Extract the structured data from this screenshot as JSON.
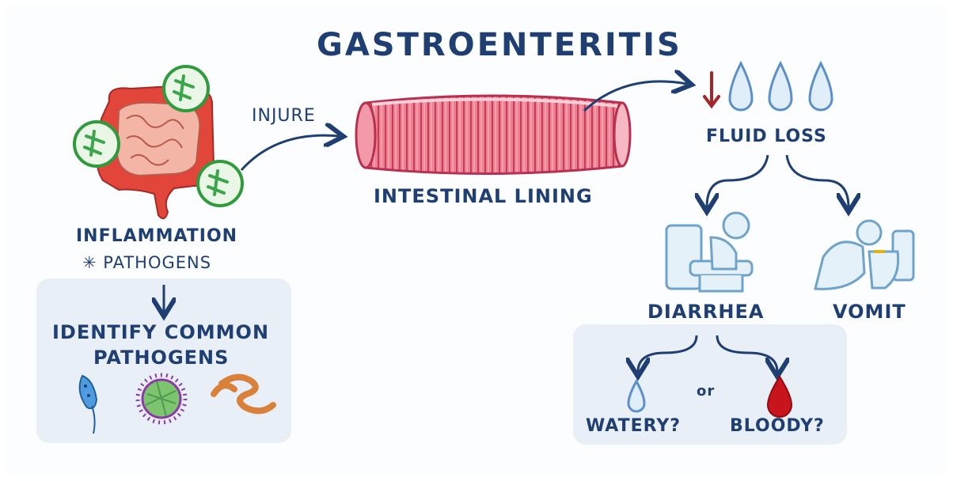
{
  "title": "GASTROENTERITIS",
  "labels": {
    "injure": "INJURE",
    "intestinal_lining": "INTESTINAL LINING",
    "inflammation": "INFLAMMATION",
    "pathogens": "✳ PATHOGENS",
    "identify_line1": "IDENTIFY COMMON",
    "identify_line2": "PATHOGENS",
    "fluid_loss": "FLUID LOSS",
    "diarrhea": "DIARRHEA",
    "vomit": "VOMIT",
    "or": "or",
    "watery": "WATERY?",
    "bloody": "BLOODY?"
  },
  "colors": {
    "text": "#1f3f72",
    "panel": "#e8eff7",
    "colon": "#e2453a",
    "pathogen_ring": "#2f9b3c",
    "lining": "#e86a80",
    "drop": "#5b8fc9",
    "blood": "#c8141c",
    "arrow_down": "#a3262b"
  },
  "icons": [
    "colon-icon",
    "pathogen-icon",
    "intestine-tube-icon",
    "water-drop-icon",
    "toilet-person-icon",
    "vomit-person-icon",
    "bacterium-icon",
    "virus-icon",
    "worm-icon",
    "blood-drop-icon",
    "down-arrow-icon"
  ]
}
